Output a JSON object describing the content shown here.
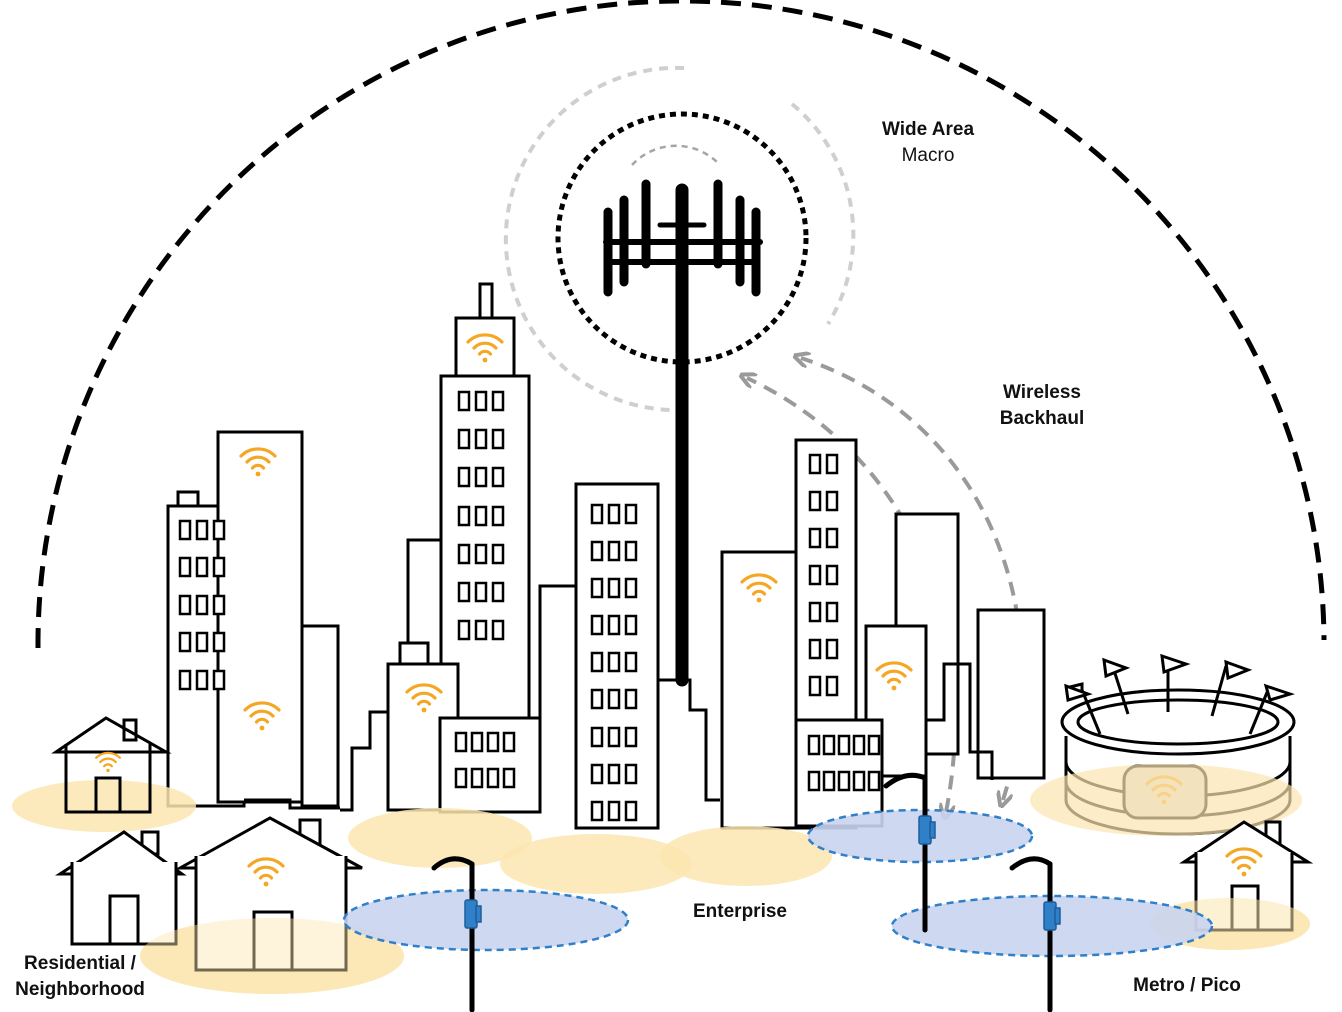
{
  "labels": {
    "wide_area_title": "Wide Area",
    "wide_area_sub": "Macro",
    "backhaul_line1": "Wireless",
    "backhaul_line2": "Backhaul",
    "enterprise": "Enterprise",
    "residential_line1": "Residential /",
    "residential_line2": "Neighborhood",
    "metro": "Metro / Pico"
  },
  "colors": {
    "line": "#000000",
    "wifi": "#f5a623",
    "residential_zone": "#fbe6b0",
    "metro_zone": "#c9d4ef",
    "metro_zone_border": "#2f7fc9",
    "small_cell": "#2f7fc9",
    "backhaul_arrow": "#9a9a9a",
    "macro_ring": "#cfcfcf",
    "stadium_dome": "#dcdcdc"
  },
  "icons": [
    "cell-tower-icon",
    "wifi-icon",
    "small-cell-icon",
    "street-pole-icon",
    "house-icon",
    "building-icon",
    "stadium-icon",
    "flag-icon"
  ]
}
